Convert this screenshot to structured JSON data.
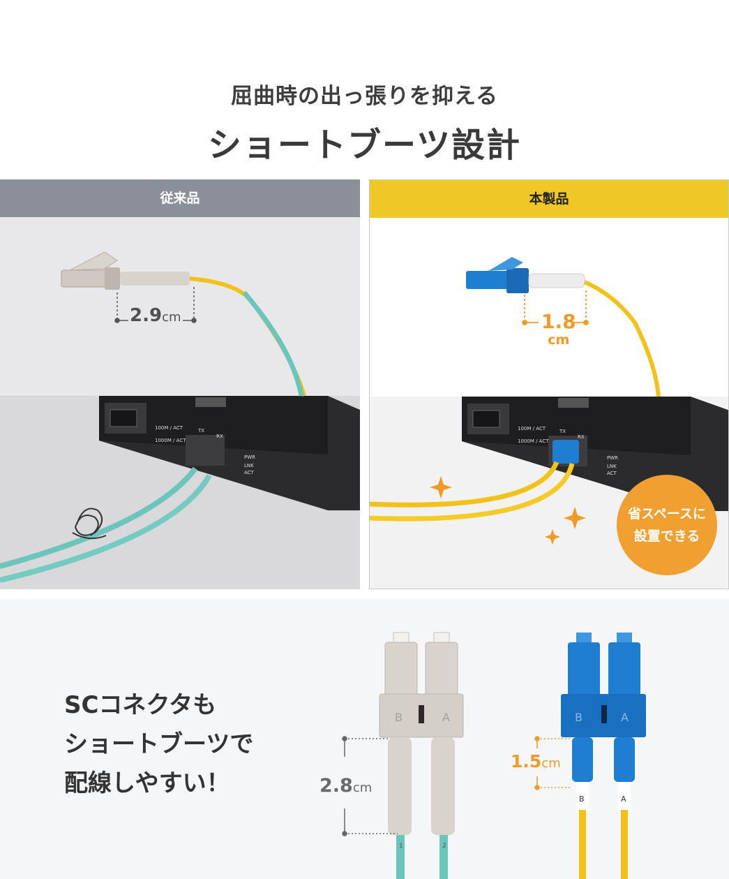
{
  "header": {
    "subtitle": "屈曲時の出っ張りを抑える",
    "title": "ショートブーツ設計"
  },
  "panels": {
    "left": {
      "label": "従来品",
      "measure_value": "2.9",
      "measure_unit": "cm"
    },
    "right": {
      "label": "本製品",
      "measure_value": "1.8",
      "measure_unit": "cm",
      "badge_line1": "省スペースに",
      "badge_line2": "設置できる"
    }
  },
  "device": {
    "port_labels": [
      "100M / ACT",
      "1000M / ACT"
    ],
    "tx": "TX",
    "rx": "RX",
    "status_labels": [
      "PWR",
      "LNK",
      "ACT"
    ]
  },
  "bottom": {
    "lines": [
      "SCコネクタも",
      "ショートブーツで",
      "配線しやすい！"
    ],
    "grey_measure_value": "2.8",
    "orange_measure_value": "1.5",
    "unit": "cm",
    "connector_letters": [
      "B",
      "A"
    ],
    "grey_boot_labels": [
      "1",
      "2"
    ],
    "blue_boot_labels": [
      "B",
      "A"
    ]
  },
  "colors": {
    "left_header": "#8a8f99",
    "right_header": "#f0c826",
    "accent_orange": "#f09a28",
    "aqua_cable": "#6cc5bb",
    "yellow_cable": "#f2c21b",
    "blue_connector": "#1f7ed0"
  }
}
